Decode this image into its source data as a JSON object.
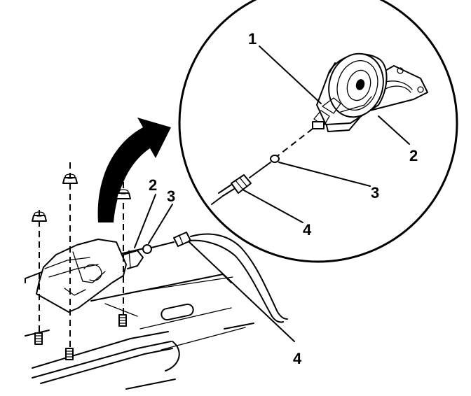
{
  "callouts": {
    "main_view": {
      "n1": "",
      "n2": "2",
      "n3": "3",
      "n4": "4"
    },
    "detail_view": {
      "n1": "1",
      "n2": "2",
      "n3": "3",
      "n4": "4"
    }
  },
  "colors": {
    "ink": "#000000",
    "paper": "#ffffff"
  }
}
